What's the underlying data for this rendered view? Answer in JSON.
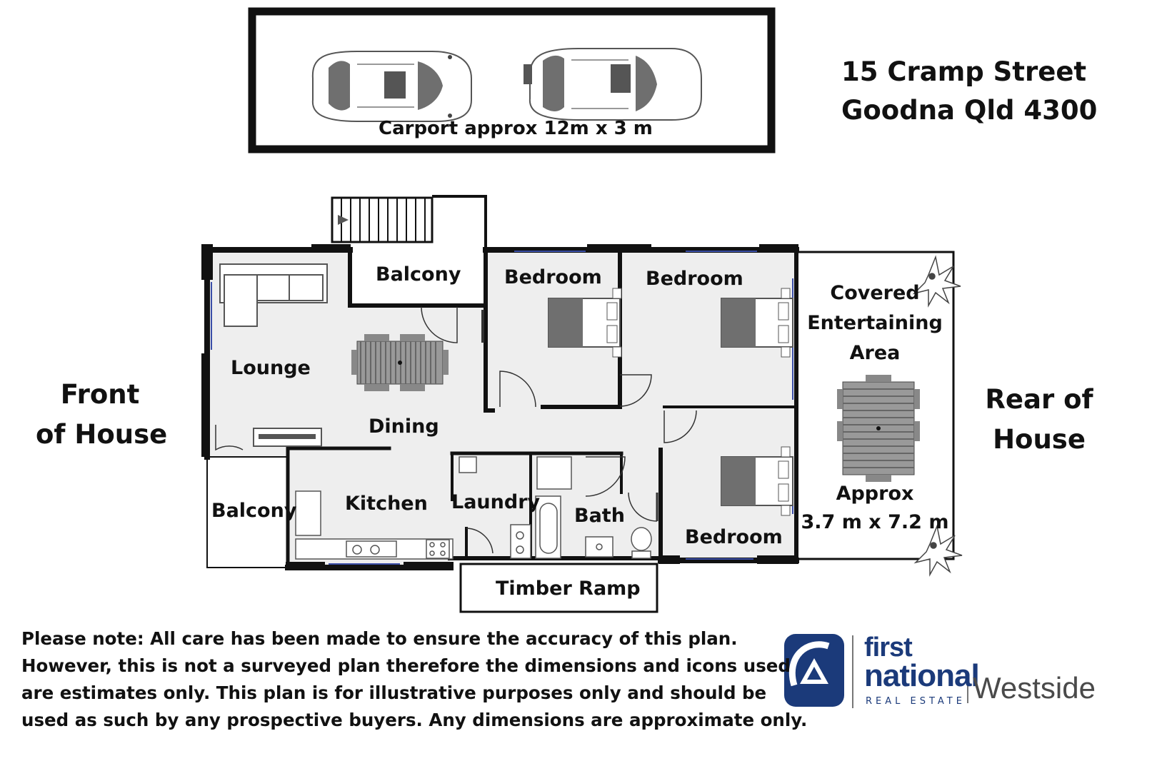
{
  "address": {
    "line1": "15 Cramp Street",
    "line2": "Goodna Qld 4300"
  },
  "carport": {
    "label": "Carport approx 12m x 3 m"
  },
  "orientation": {
    "front_line1": "Front",
    "front_line2": "of House",
    "rear_line1": "Rear of",
    "rear_line2": "House"
  },
  "rooms": {
    "balcony_top": "Balcony",
    "bedroom_1": "Bedroom",
    "bedroom_2": "Bedroom",
    "bedroom_3": "Bedroom",
    "lounge": "Lounge",
    "dining": "Dining",
    "balcony_left": "Balcony",
    "kitchen": "Kitchen",
    "laundry": "Laundry",
    "bath": "Bath",
    "timber_ramp": "Timber Ramp",
    "entertaining_line1": "Covered",
    "entertaining_line2": "Entertaining",
    "entertaining_line3": "Area",
    "entertaining_approx": "Approx",
    "entertaining_size": "3.7 m x 7.2 m"
  },
  "disclaimer": {
    "line1": "Please note: All care has been made to ensure the accuracy of this plan.",
    "line2": "However, this is not a surveyed plan therefore the dimensions and icons used",
    "line3": "are estimates only. This plan is for illustrative purposes only and should be",
    "line4": "used as such by any prospective buyers. Any dimensions are approximate only."
  },
  "logo": {
    "first": "first",
    "national": "national",
    "real_estate": "REAL ESTATE",
    "branch": "Westside",
    "brand_color": "#1b3a7a"
  },
  "colors": {
    "wall": "#111111",
    "floor": "#eeeeee",
    "furniture": "#7a7a7a",
    "furniture_dark": "#555555"
  }
}
